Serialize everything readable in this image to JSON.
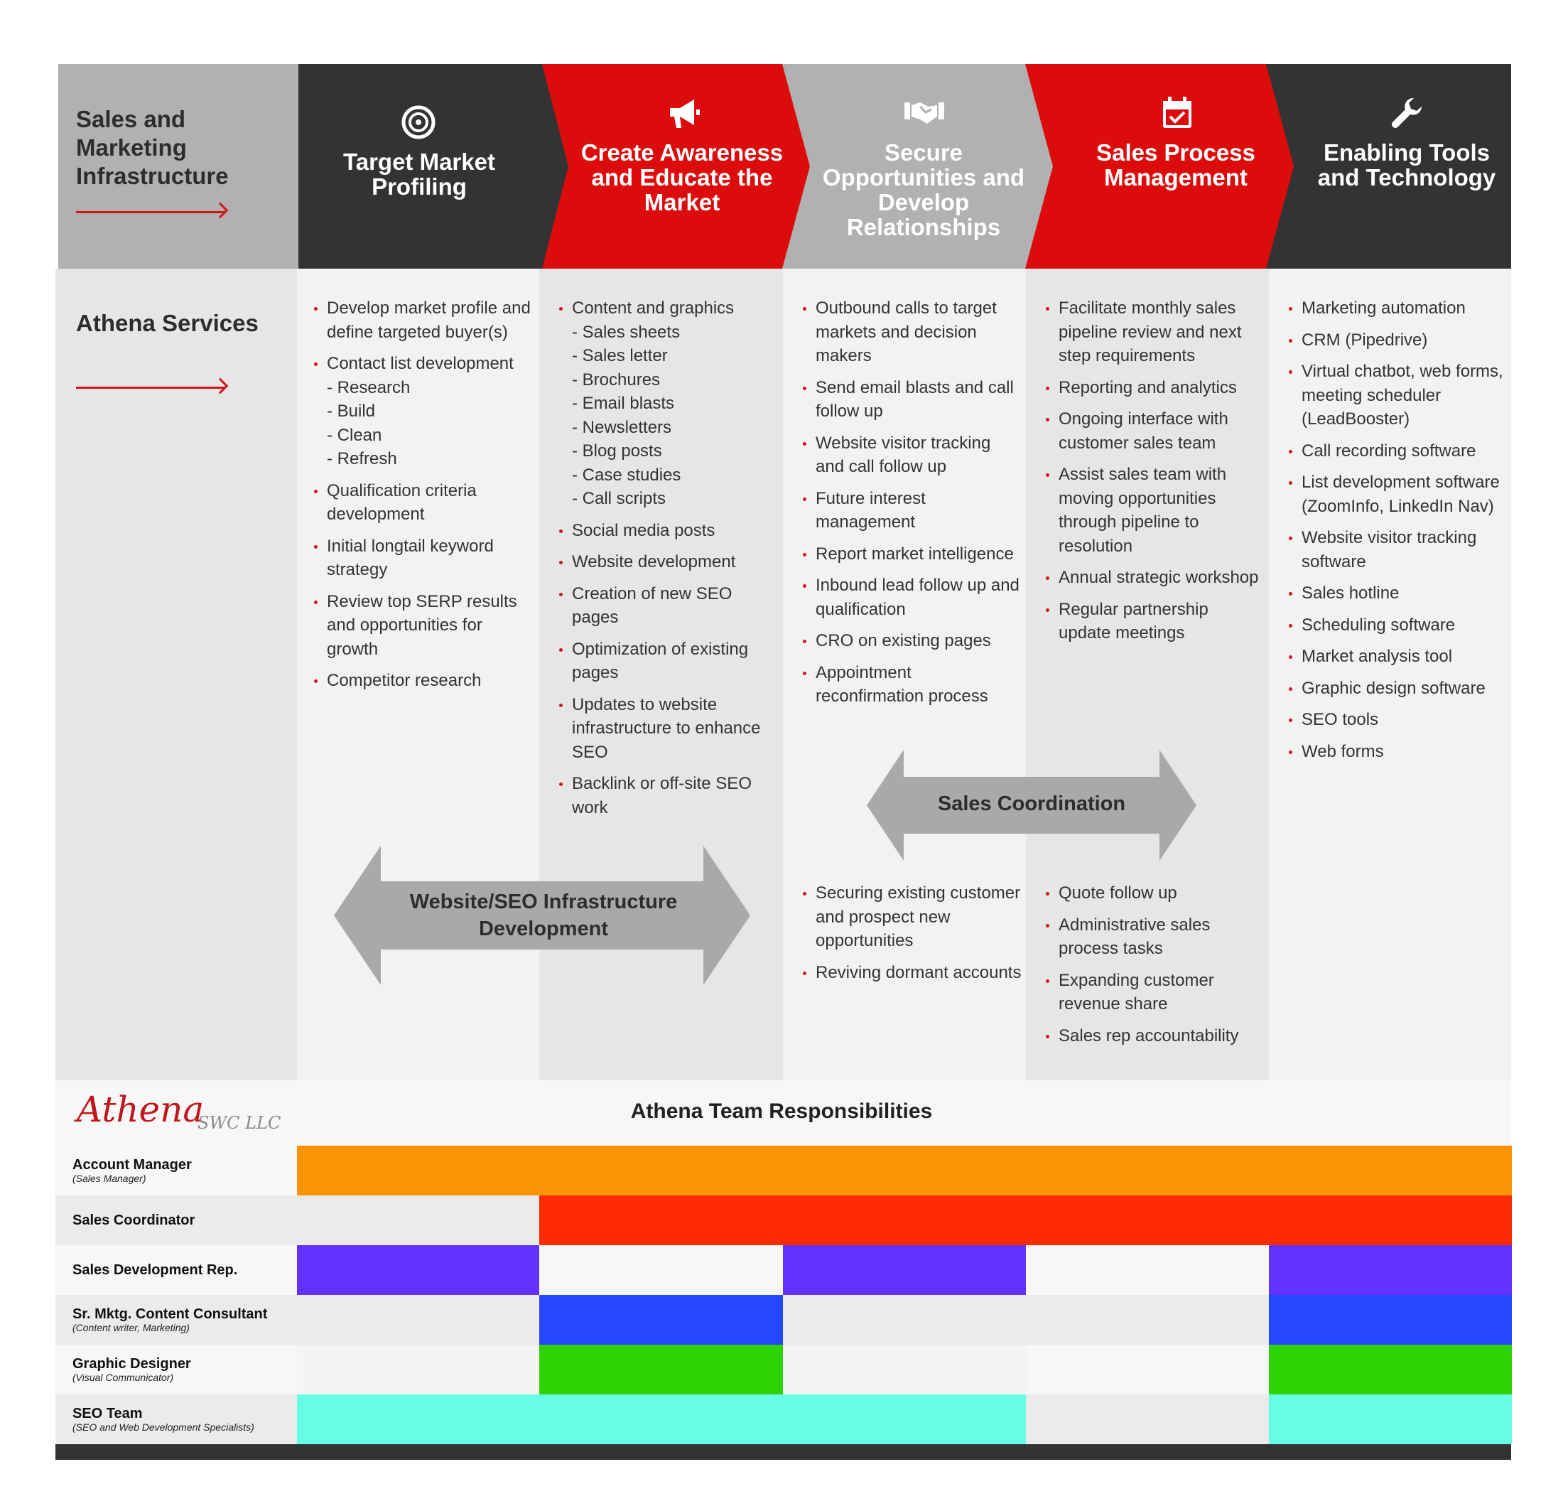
{
  "colors": {
    "dark": "#333333",
    "red": "#dc0c0c",
    "grey": "#b1b1b1",
    "account_manager": "#fb9405",
    "sales_coordinator": "#fe2a02",
    "sales_development": "#6432ff",
    "content_consultant": "#2548fe",
    "graphic_designer": "#2fd304",
    "seo_team": "#66ffe6",
    "footer": "#333333"
  },
  "header": {
    "left_title": "Sales and Marketing Infrastructure",
    "stages": [
      {
        "title": "Target Market Profiling",
        "icon": "target-icon"
      },
      {
        "title": "Create Awareness and Educate the Market",
        "icon": "megaphone-icon"
      },
      {
        "title": "Secure Opportunities and Develop Relationships",
        "icon": "handshake-icon"
      },
      {
        "title": "Sales Process Management",
        "icon": "calendar-check-icon"
      },
      {
        "title": "Enabling Tools and Technology",
        "icon": "wrench-icon"
      }
    ]
  },
  "services": {
    "title": "Athena Services",
    "col1": [
      {
        "text": "Develop market profile and define targeted buyer(s)"
      },
      {
        "text": "Contact list development",
        "subs": [
          "- Research",
          "- Build",
          "- Clean",
          "- Refresh"
        ]
      },
      {
        "text": "Qualification criteria development"
      },
      {
        "text": "Initial longtail keyword strategy"
      },
      {
        "text": "Review top SERP results and opportunities for growth"
      },
      {
        "text": "Competitor research"
      }
    ],
    "col2": [
      {
        "text": "Content and graphics",
        "subs": [
          "- Sales sheets",
          "- Sales letter",
          "- Brochures",
          "- Email blasts",
          "- Newsletters",
          "- Blog posts",
          "- Case studies",
          "- Call scripts"
        ]
      },
      {
        "text": "Social media posts"
      },
      {
        "text": "Website development"
      },
      {
        "text": "Creation of new SEO pages"
      },
      {
        "text": "Optimization of existing pages"
      },
      {
        "text": "Updates to website infrastructure to enhance SEO"
      },
      {
        "text": "Backlink or off-site SEO work"
      }
    ],
    "col3_top": [
      {
        "text": "Outbound calls to target markets and decision makers"
      },
      {
        "text": "Send email blasts and call follow up"
      },
      {
        "text": "Website visitor tracking and call follow up"
      },
      {
        "text": "Future interest management"
      },
      {
        "text": "Report market intelligence"
      },
      {
        "text": "Inbound lead follow up and qualification"
      },
      {
        "text": "CRO on existing pages"
      },
      {
        "text": "Appointment reconfirmation process"
      }
    ],
    "col4_top": [
      {
        "text": "Facilitate monthly sales pipeline review and next step requirements"
      },
      {
        "text": "Reporting and analytics"
      },
      {
        "text": "Ongoing interface with customer sales team"
      },
      {
        "text": "Assist sales team with moving opportunities through pipeline to resolution"
      },
      {
        "text": "Annual strategic workshop"
      },
      {
        "text": "Regular partnership update meetings"
      }
    ],
    "col5": [
      {
        "text": "Marketing automation"
      },
      {
        "text": "CRM (Pipedrive)"
      },
      {
        "text": "Virtual chatbot, web forms, meeting scheduler (LeadBooster)"
      },
      {
        "text": "Call recording software"
      },
      {
        "text": "List development software (ZoomInfo, LinkedIn Nav)"
      },
      {
        "text": "Website visitor tracking software"
      },
      {
        "text": "Sales hotline"
      },
      {
        "text": "Scheduling software"
      },
      {
        "text": "Market analysis tool"
      },
      {
        "text": "Graphic design software"
      },
      {
        "text": "SEO tools"
      },
      {
        "text": "Web forms"
      }
    ],
    "col3_bottom": [
      {
        "text": "Securing existing customer and prospect new opportunities"
      },
      {
        "text": "Reviving dormant accounts"
      }
    ],
    "col4_bottom": [
      {
        "text": "Quote follow up"
      },
      {
        "text": "Administrative sales process tasks"
      },
      {
        "text": "Expanding customer revenue share"
      },
      {
        "text": "Sales rep accountability"
      }
    ],
    "arrow_seo": "Website/SEO Infrastructure Development",
    "arrow_sales": "Sales Coordination"
  },
  "responsibilities": {
    "logo": "Athena",
    "logo_sub": "SWC LLC",
    "title": "Athena Team Responsibilities",
    "roles": [
      {
        "name": "Account Manager",
        "sub": "(Sales Manager)",
        "color": "#fb9405",
        "cols": [
          1,
          1,
          1,
          1,
          1
        ]
      },
      {
        "name": "Sales Coordinator",
        "sub": "",
        "color": "#fe2a02",
        "cols": [
          0,
          1,
          1,
          1,
          1
        ]
      },
      {
        "name": "Sales Development Rep.",
        "sub": "",
        "color": "#6432ff",
        "cols": [
          1,
          0,
          1,
          0,
          1
        ]
      },
      {
        "name": "Sr. Mktg. Content Consultant",
        "sub": "(Content writer, Marketing)",
        "color": "#2548fe",
        "cols": [
          0,
          1,
          0,
          0,
          1
        ]
      },
      {
        "name": "Graphic Designer",
        "sub": "(Visual Communicator)",
        "color": "#2fd304",
        "cols": [
          0,
          1,
          0,
          0,
          1
        ]
      },
      {
        "name": "SEO Team",
        "sub": "(SEO and Web Development Specialists)",
        "color": "#66ffe6",
        "cols": [
          1,
          1,
          1,
          0,
          1
        ]
      }
    ]
  }
}
